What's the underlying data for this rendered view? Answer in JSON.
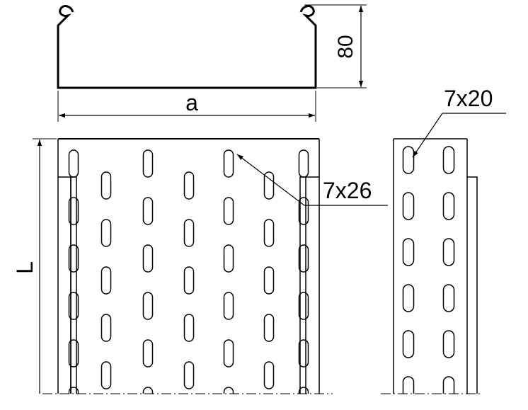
{
  "labels": {
    "height": "80",
    "width": "a",
    "length": "L",
    "slot_bottom": "7x26",
    "slot_side": "7x20"
  },
  "colors": {
    "line": "#000000",
    "background": "#ffffff"
  }
}
